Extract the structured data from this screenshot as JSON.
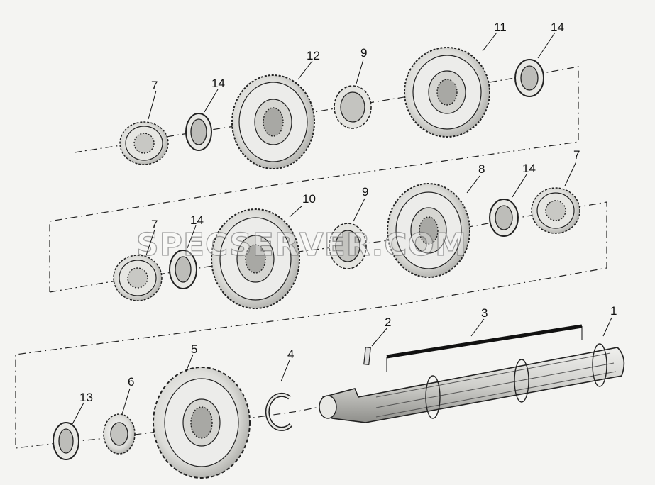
{
  "diagram": {
    "callouts": [
      {
        "id": "c1",
        "text": "1"
      },
      {
        "id": "c2",
        "text": "2"
      },
      {
        "id": "c3",
        "text": "3"
      },
      {
        "id": "c4",
        "text": "4"
      },
      {
        "id": "c5",
        "text": "5"
      },
      {
        "id": "c6",
        "text": "6"
      },
      {
        "id": "c7a",
        "text": "7"
      },
      {
        "id": "c7b",
        "text": "7"
      },
      {
        "id": "c7c",
        "text": "7"
      },
      {
        "id": "c8",
        "text": "8"
      },
      {
        "id": "c9a",
        "text": "9"
      },
      {
        "id": "c9b",
        "text": "9"
      },
      {
        "id": "c10",
        "text": "10"
      },
      {
        "id": "c11",
        "text": "11"
      },
      {
        "id": "c12",
        "text": "12"
      },
      {
        "id": "c13",
        "text": "13"
      },
      {
        "id": "c14a",
        "text": "14"
      },
      {
        "id": "c14b",
        "text": "14"
      },
      {
        "id": "c14c",
        "text": "14"
      },
      {
        "id": "c14d",
        "text": "14"
      }
    ],
    "watermark": "SPECSERVER.COM",
    "colors": {
      "ink": "#222222",
      "metal": "#d8d8d4",
      "metal_dark": "#9a9a96",
      "background": "#f4f4f2"
    }
  }
}
